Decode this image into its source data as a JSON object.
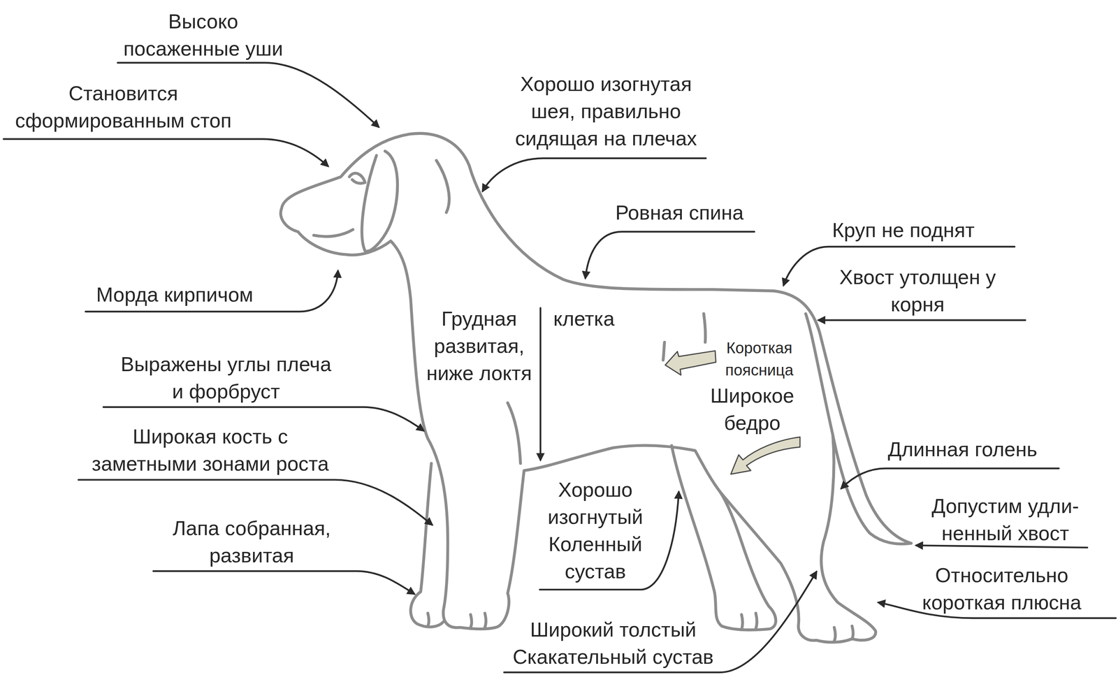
{
  "diagram": {
    "labels": [
      "Высоко посаженные уши",
      "Становится сформированным стоп",
      "Хорошо изогнутая шея, правильно сидящая на плечах",
      "Ровная спина",
      "Круп не поднят",
      "Хвост утолщен у корня",
      "Морда кирпичом",
      "Грудная развитая, ниже локтя",
      "клетка",
      "Короткая поясница",
      "Широкое бедро",
      "Выражены углы плеча и форбруст",
      "Широкая кость с заметными зонами роста",
      "Длинная голень",
      "Хорошо изогнутый Коленный сустав",
      "Допустим удли- ненный хвост",
      "Лапа собранная, развитая",
      "Относительно короткая плюсна",
      "Широкий толстый Скакательный сустав"
    ]
  }
}
